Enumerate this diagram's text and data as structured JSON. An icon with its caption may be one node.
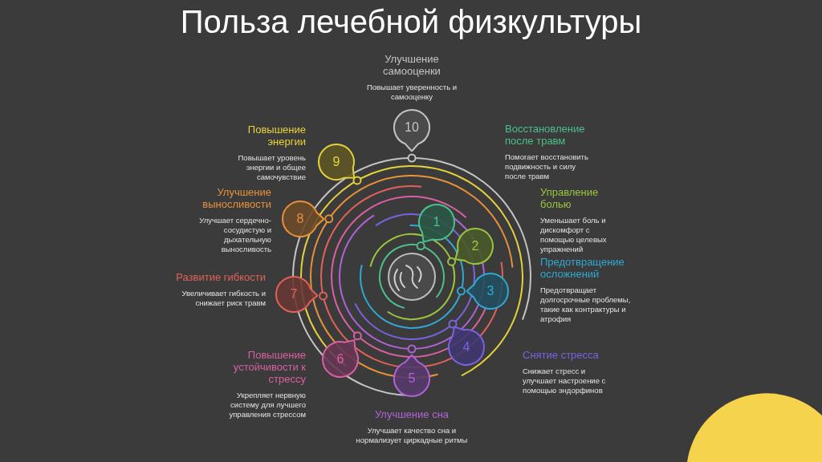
{
  "diagram": {
    "title": "Польза лечебной физкультуры",
    "nodes": [
      {
        "text": [
          "1"
        ],
        "beside": [
          "Восстановление после травм",
          "Помогает восстановить подвижность и силу после травм"
        ]
      },
      {
        "text": [
          "2"
        ],
        "beside": [
          "Управление болью",
          "Уменьшает боль и дискомфорт с помощью целевых упражнений"
        ]
      },
      {
        "text": [
          "3"
        ],
        "beside": [
          "Предотвращение осложнений",
          "Предотвращает долгосрочные проблемы, такие как контрактуры и атрофия"
        ]
      },
      {
        "text": [
          "4"
        ],
        "beside": [
          "Снятие стресса",
          "Снижает стресс и улучшает настроение с помощью эндорфинов"
        ]
      },
      {
        "text": [
          "5"
        ],
        "beside": [
          "Улучшение сна",
          "Улучшает качество сна и нормализует циркадные ритмы"
        ]
      },
      {
        "text": [
          "6"
        ],
        "beside": [
          "Повышение устойчивости к стрессу",
          "Укрепляет нервную систему для лучшего управления стрессом"
        ]
      },
      {
        "text": [
          "7"
        ],
        "beside": [
          "Развитие гибкости",
          "Увеличивает гибкость и снижает риск травм"
        ]
      },
      {
        "text": [
          "8"
        ],
        "beside": [
          "Улучшение выносливости",
          "Улучшает сердечно-сосудистую и дыхательную выносливость"
        ]
      },
      {
        "text": [
          "9"
        ],
        "beside": [
          "Повышение энергии",
          "Повышает уровень энергии и общее самочувствие"
        ]
      },
      {
        "text": [
          "10"
        ],
        "beside": [
          "Улучшение самооценки",
          "Повышает уверенность и самооценку"
        ]
      }
    ]
  }
}
